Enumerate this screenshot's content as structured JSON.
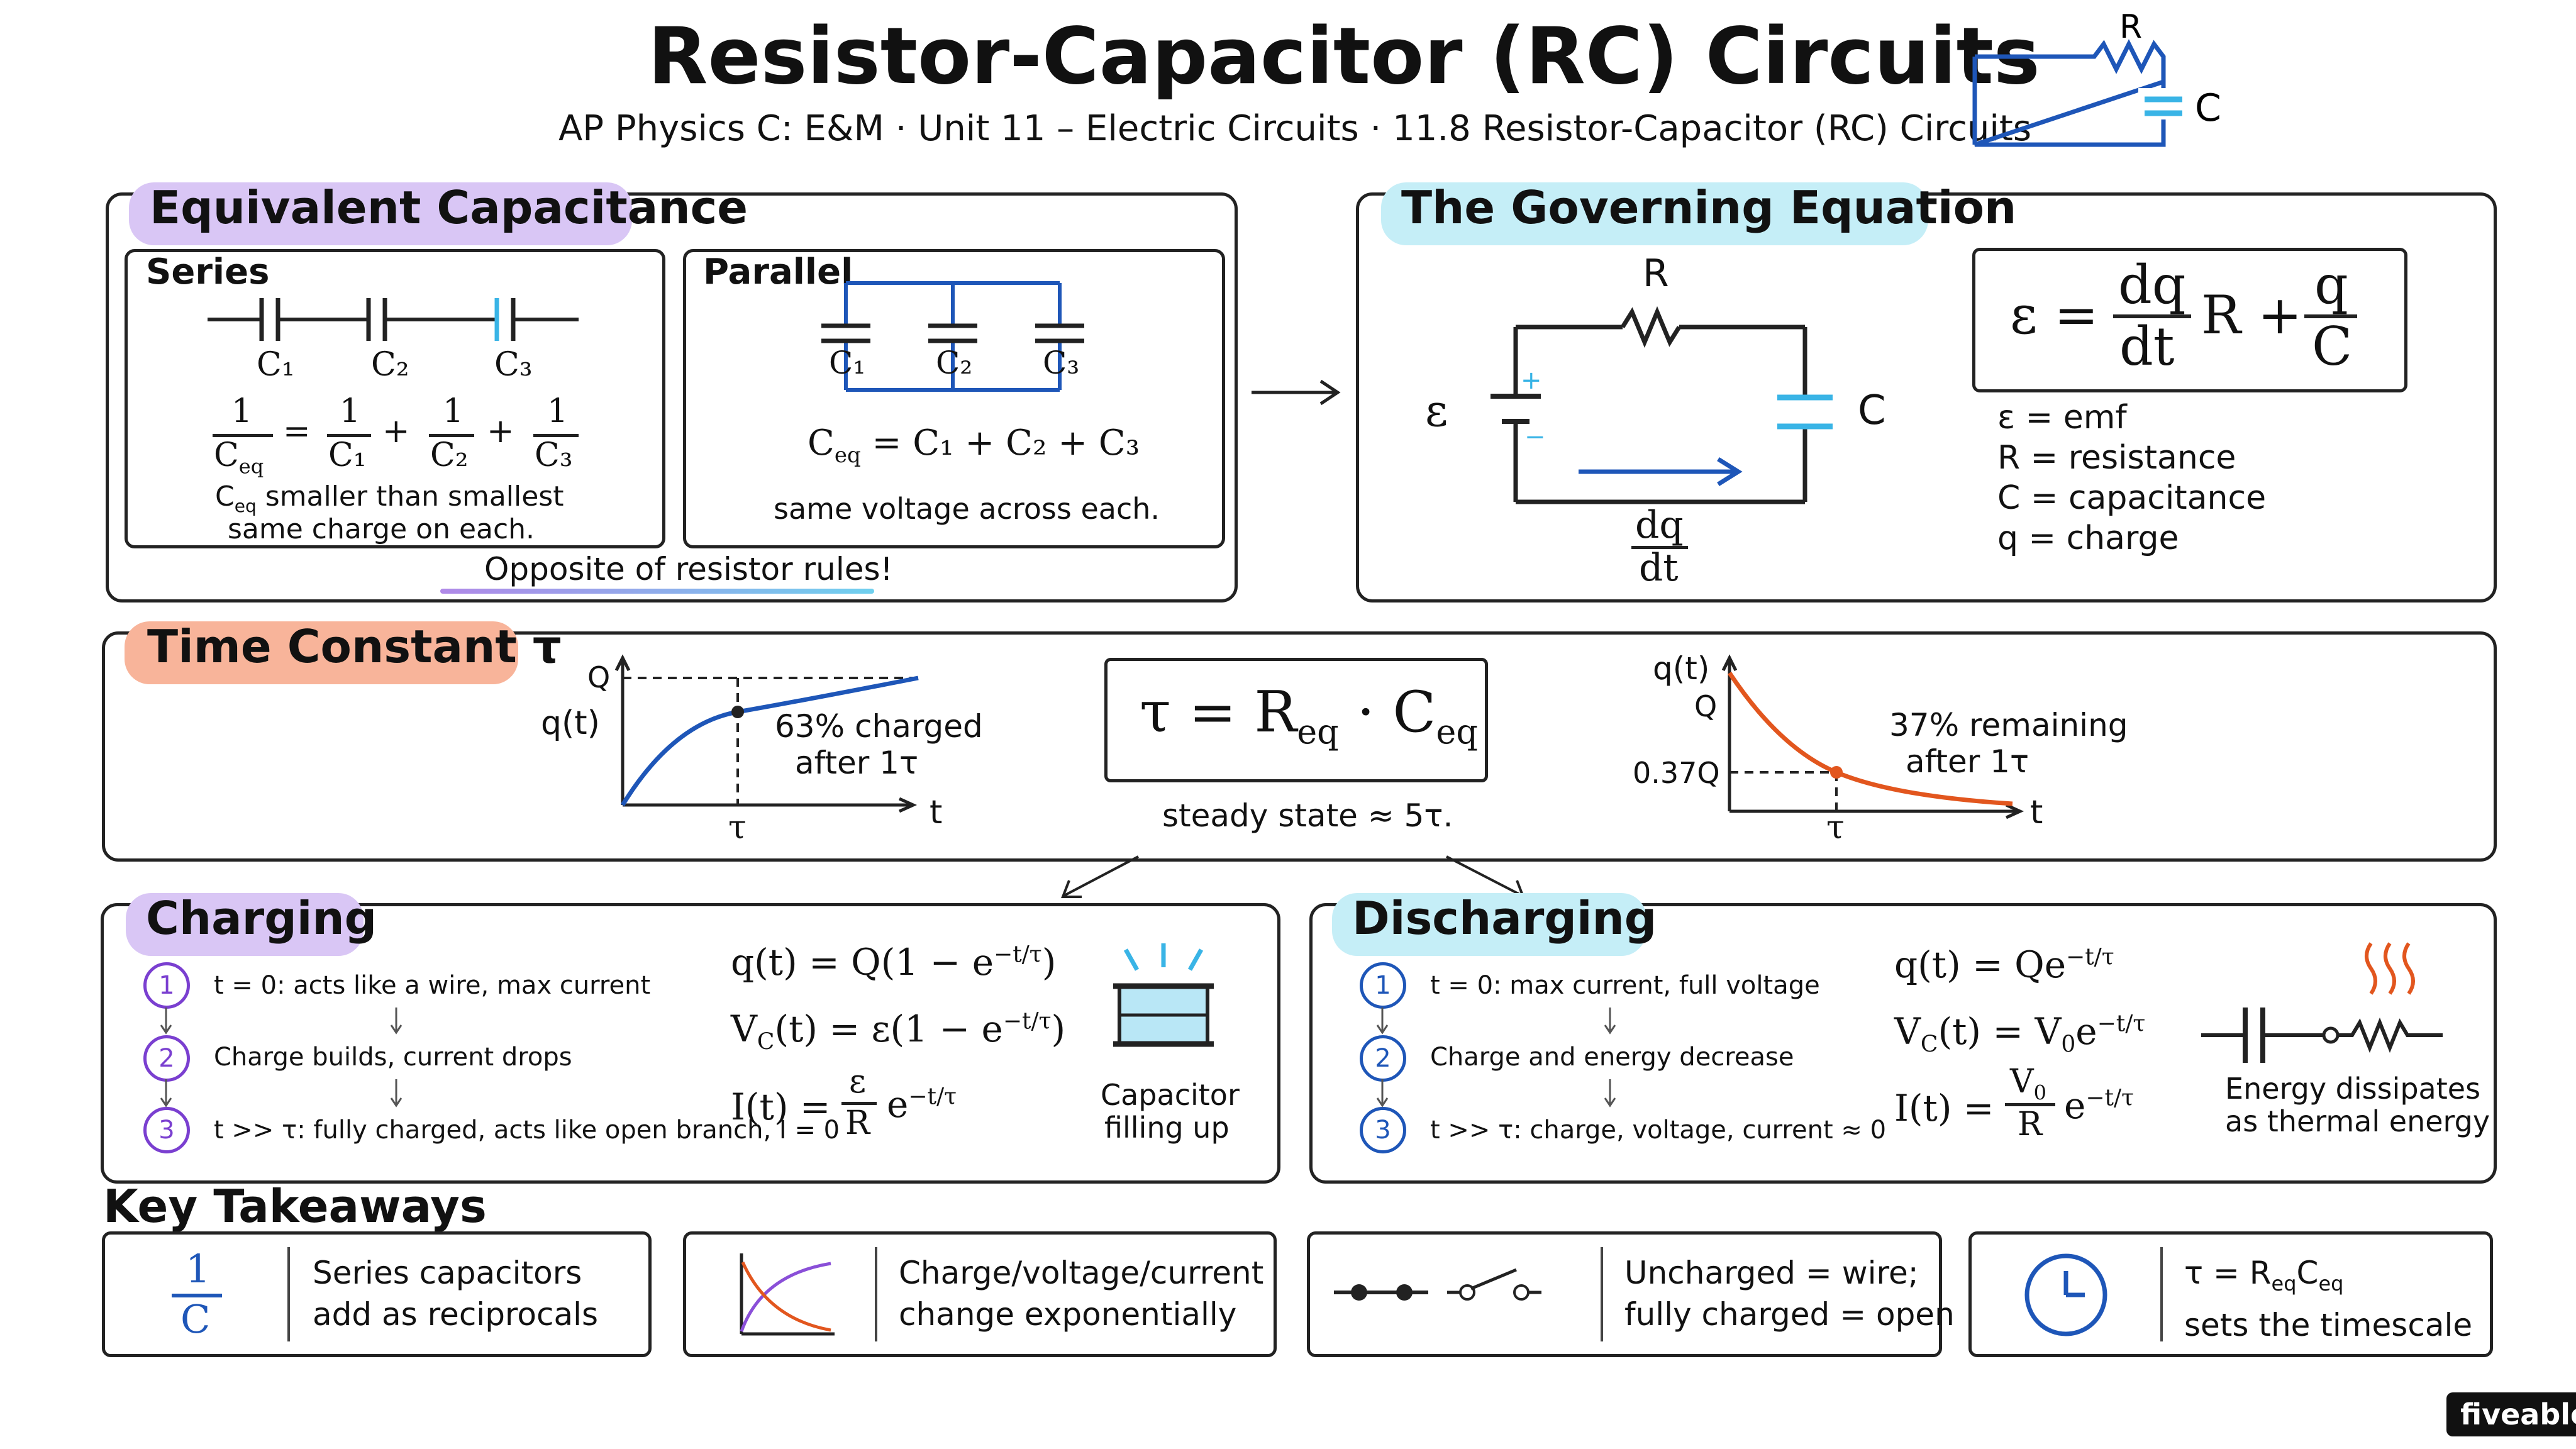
{
  "header": {
    "title": "Resistor-Capacitor (RC) Circuits",
    "subtitle": "AP Physics C: E&M · Unit 11 – Electric Circuits · 11.8 Resistor-Capacitor (RC) Circuits",
    "icon_r": "R",
    "icon_c": "C"
  },
  "equivalent": {
    "title": "Equivalent Capacitance",
    "series": {
      "label": "Series",
      "caps": [
        "C₁",
        "C₂",
        "C₃"
      ],
      "lhs_num": "1",
      "lhs_den": "C",
      "lhs_den_sub": "eq",
      "terms": [
        {
          "num": "1",
          "den": "C₁"
        },
        {
          "num": "1",
          "den": "C₂"
        },
        {
          "num": "1",
          "den": "C₃"
        }
      ],
      "note_c": "C",
      "note_sub": "eq",
      "note1": " smaller than smallest",
      "note2": "same charge on each."
    },
    "parallel": {
      "label": "Parallel",
      "caps": [
        "C₁",
        "C₂",
        "C₃"
      ],
      "formula_lhs": "C",
      "formula_sub": "eq",
      "formula_rhs": " = C₁ + C₂ + C₃",
      "note": "same voltage across each."
    },
    "footer": "Opposite of resistor rules!"
  },
  "governing": {
    "title": "The Governing Equation",
    "circuit": {
      "emf": "ε",
      "r": "R",
      "c": "C",
      "flow_num": "dq",
      "flow_den": "dt"
    },
    "equation": {
      "lhs": "ε =",
      "num": "dq",
      "den": "dt",
      "mid": "R +",
      "num2": "q",
      "den2": "C"
    },
    "legend": [
      "ε = emf",
      "R = resistance",
      "C = capacitance",
      "q = charge"
    ]
  },
  "time_constant": {
    "title": "Time Constant τ",
    "formula": {
      "tau": "τ = R",
      "sub1": "eq",
      "dot": " · C",
      "sub2": "eq"
    },
    "steady": "steady state ≈ 5τ.",
    "charge_graph": {
      "y_label": "q(t)",
      "max": "Q",
      "x": "t",
      "tau": "τ",
      "note1": "63% charged",
      "note2": "after 1τ"
    },
    "discharge_graph": {
      "y_label": "q(t)",
      "max": "Q",
      "mark": "0.37Q",
      "x": "t",
      "tau": "τ",
      "note1": "37% remaining",
      "note2": "after 1τ"
    }
  },
  "charging": {
    "title": "Charging",
    "steps": [
      {
        "n": "1",
        "text": "t = 0: acts like a wire, max current"
      },
      {
        "n": "2",
        "text": "Charge builds, current drops"
      },
      {
        "n": "3",
        "text": "t >> τ: fully charged, acts like open branch, I = 0"
      }
    ],
    "eq_q": "q(t) = Q(1 − e",
    "eq_v": "V",
    "eq_v_sub": "C",
    "eq_v_rest": "(t) = ε(1 − e",
    "eq_i": "I(t) =",
    "eq_i_num": "ε",
    "eq_i_den": "R",
    "eq_e": "e",
    "exp": "−t/τ",
    "close": ")",
    "icon_label1": "Capacitor",
    "icon_label2": "filling up"
  },
  "discharging": {
    "title": "Discharging",
    "steps": [
      {
        "n": "1",
        "text": "t = 0: max current, full voltage"
      },
      {
        "n": "2",
        "text": "Charge and energy decrease"
      },
      {
        "n": "3",
        "text": "t >> τ: charge, voltage, current ≈ 0"
      }
    ],
    "eq_q": "q(t) = Qe",
    "eq_v": "V",
    "eq_v_sub": "C",
    "eq_v_rest": "(t) = V",
    "eq_v0_sub": "0",
    "eq_v_e": "e",
    "eq_i": "I(t) =",
    "eq_i_num": "V",
    "eq_i_num_sub": "0",
    "eq_i_den": "R",
    "eq_e": "e",
    "exp": "−t/τ",
    "icon_label1": "Energy dissipates",
    "icon_label2": "as thermal energy"
  },
  "takeaways": {
    "title": "Key Takeaways",
    "cards": [
      {
        "icon_num": "1",
        "icon_den": "C",
        "line1": "Series capacitors",
        "line2": "add as reciprocals"
      },
      {
        "line1": "Charge/voltage/current",
        "line2": "change exponentially"
      },
      {
        "line1": "Uncharged = wire;",
        "line2": "fully charged = open"
      },
      {
        "line1_a": "τ = R",
        "line1_sub1": "eq",
        "line1_b": "C",
        "line1_sub2": "eq",
        "line2": "sets the timescale"
      }
    ]
  },
  "brand": "fiveable",
  "colors": {
    "purple": "#d9c6f5",
    "cyan": "#c5eef7",
    "orange": "#f8b49a",
    "blue": "#1e56b8",
    "orange_line": "#e2561e",
    "cap_blue": "#39b4e6"
  }
}
